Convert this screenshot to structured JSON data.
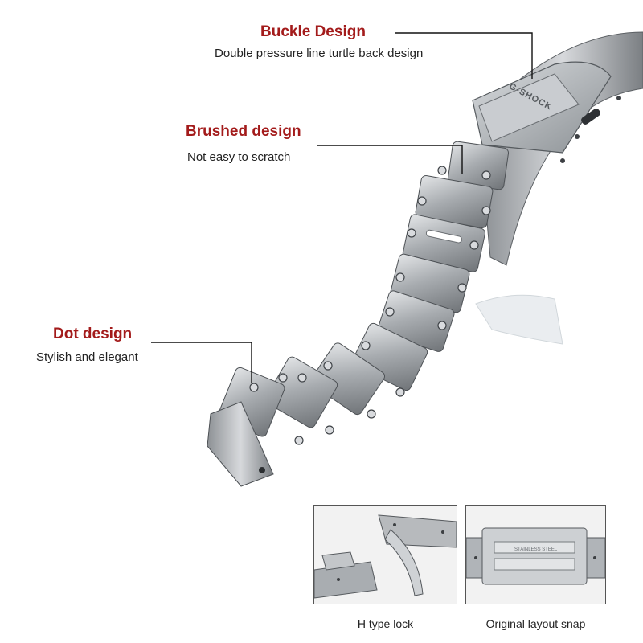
{
  "callouts": {
    "buckle": {
      "title": "Buckle Design",
      "desc": "Double pressure line turtle back design"
    },
    "brushed": {
      "title": "Brushed design",
      "desc": "Not easy to scratch"
    },
    "dot": {
      "title": "Dot design",
      "desc": "Stylish and elegant"
    }
  },
  "brand_engraving": "G-SHOCK",
  "inset_engraving": "STAINLESS STEEL",
  "thumbnails": [
    {
      "caption": "H type lock"
    },
    {
      "caption": "Original layout snap"
    }
  ],
  "colors": {
    "title_red": "#a31b1b",
    "text_dark": "#222222",
    "steel": "#b9bcbf"
  }
}
